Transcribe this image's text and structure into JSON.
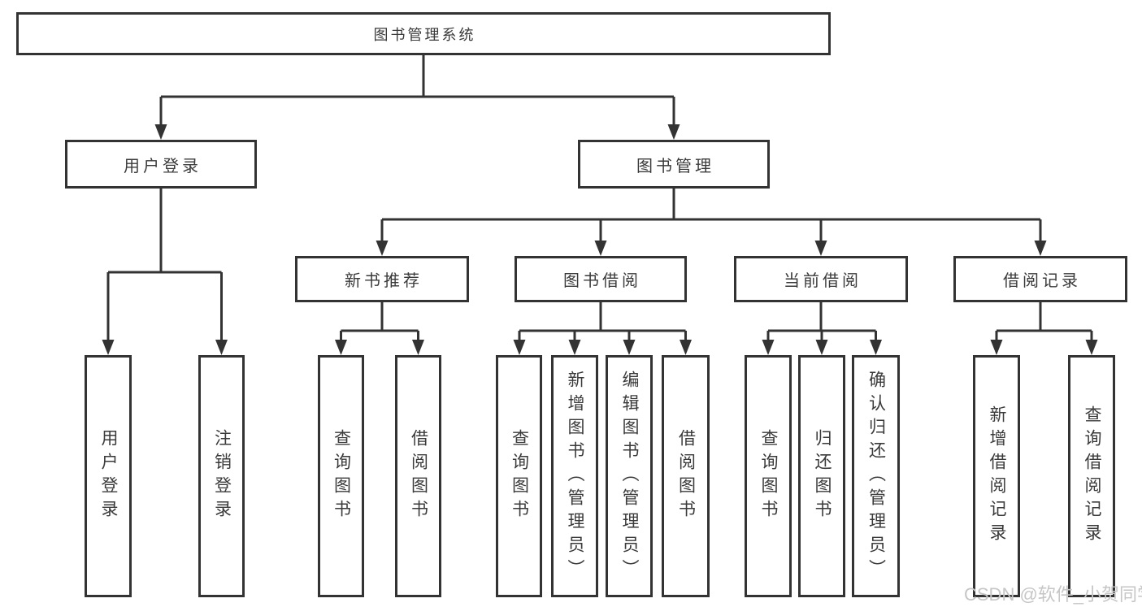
{
  "diagram": {
    "root_label": "图书管理系统",
    "branches": [
      {
        "label": "用户登录",
        "leaves": [
          "用户登录",
          "注销登录"
        ]
      },
      {
        "label": "图书管理",
        "groups": [
          {
            "label": "新书推荐",
            "leaves": [
              "查询图书",
              "借阅图书"
            ]
          },
          {
            "label": "图书借阅",
            "leaves": [
              "查询图书",
              "新增图书（管理员）",
              "编辑图书（管理员）",
              "借阅图书"
            ]
          },
          {
            "label": "当前借阅",
            "leaves": [
              "查询图书",
              "归还图书",
              "确认归还（管理员）"
            ]
          },
          {
            "label": "借阅记录",
            "leaves": [
              "新增借阅记录",
              "查询借阅记录"
            ]
          }
        ]
      }
    ]
  },
  "watermark": {
    "text": "CSDN @软件_小贺同学"
  },
  "colors": {
    "line": "#333333",
    "box_border": "#333333",
    "background": "#ffffff",
    "watermark": "#c6c6c6"
  }
}
